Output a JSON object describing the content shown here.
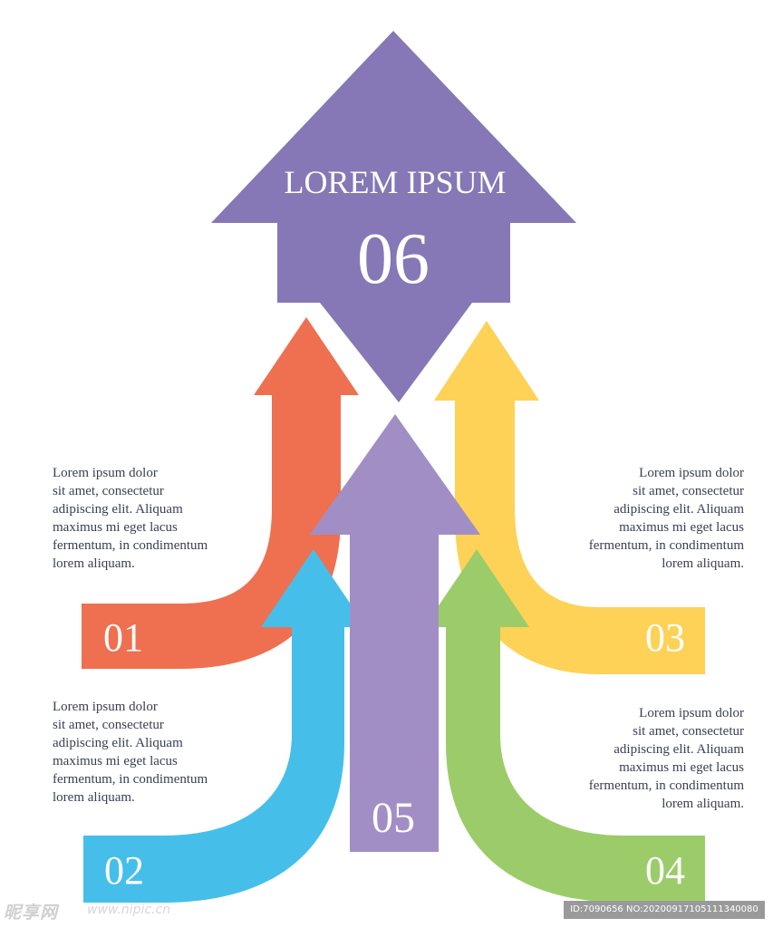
{
  "title": "LOREM IPSUM",
  "arrows": [
    {
      "id": "01",
      "label": "01",
      "color": "#EE7050"
    },
    {
      "id": "02",
      "label": "02",
      "color": "#45BFEA"
    },
    {
      "id": "03",
      "label": "03",
      "color": "#FDD256"
    },
    {
      "id": "04",
      "label": "04",
      "color": "#9CCC6A"
    },
    {
      "id": "05",
      "label": "05",
      "color": "#A18EC5"
    },
    {
      "id": "06",
      "label": "06",
      "color": "#8677B6"
    }
  ],
  "descriptions": {
    "d01": "Lorem ipsum dolor\nsit amet, consectetur\nadipiscing elit. Aliquam\nmaximus mi eget lacus\nfermentum,  in condimentum\nlorem aliquam.",
    "d02": "Lorem ipsum dolor\nsit amet, consectetur\nadipiscing elit. Aliquam\nmaximus mi eget lacus\nfermentum,  in condimentum\nlorem aliquam.",
    "d03": "Lorem ipsum dolor\nsit amet, consectetur\nadipiscing elit. Aliquam\nmaximus mi eget lacus\nfermentum,  in condimentum\nlorem aliquam.",
    "d04": "Lorem ipsum dolor\nsit amet, consectetur\nadipiscing elit. Aliquam\nmaximus mi eget lacus\nfermentum,  in condimentum\nlorem aliquam."
  },
  "watermark": {
    "logo": "昵享网",
    "url": "www.nipic.cn",
    "id": "ID:7090656 NO:20200917105111340080"
  }
}
